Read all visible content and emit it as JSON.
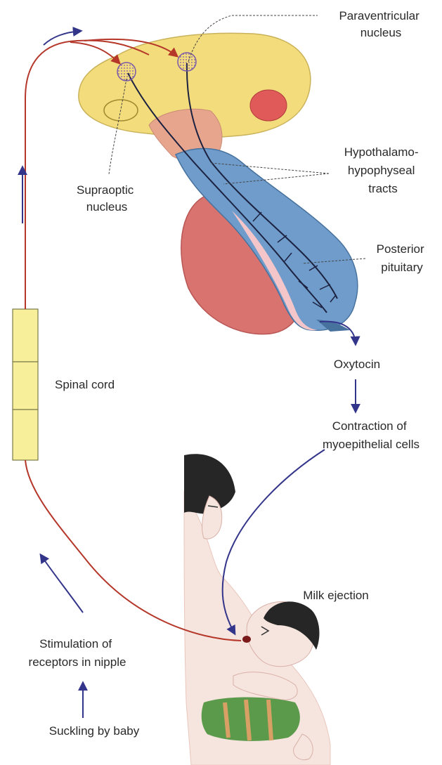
{
  "colors": {
    "neural_path": "#b5372a",
    "arrow": "#33358a",
    "hypothalamus": "#f3dc7c",
    "stalk": "#e8a58e",
    "posterior_pituitary": "#6f9ccb",
    "anterior_pituitary": "#d9736f",
    "spinal_cord": "#f7ef9a",
    "skin": "#f6e4de",
    "hair": "#262626",
    "blanket": "#5a9a4a"
  },
  "labels": {
    "paraventricular": [
      "Paraventricular",
      "nucleus"
    ],
    "supraoptic": [
      "Supraoptic",
      "nucleus"
    ],
    "hypothalamo_hypophyseal": [
      "Hypothalamo-",
      "hypophyseal",
      "tracts"
    ],
    "posterior_pituitary": [
      "Posterior",
      "pituitary"
    ],
    "oxytocin": "Oxytocin",
    "contraction": [
      "Contraction of",
      "myoepithelial cells"
    ],
    "spinal_cord": "Spinal cord",
    "milk_ejection": "Milk ejection",
    "stimulation": [
      "Stimulation of",
      "receptors in nipple"
    ],
    "suckling": "Suckling by baby"
  },
  "icons": {
    "nucleus_cell": "stippled-circle",
    "flow_arrow": "arrowhead"
  }
}
